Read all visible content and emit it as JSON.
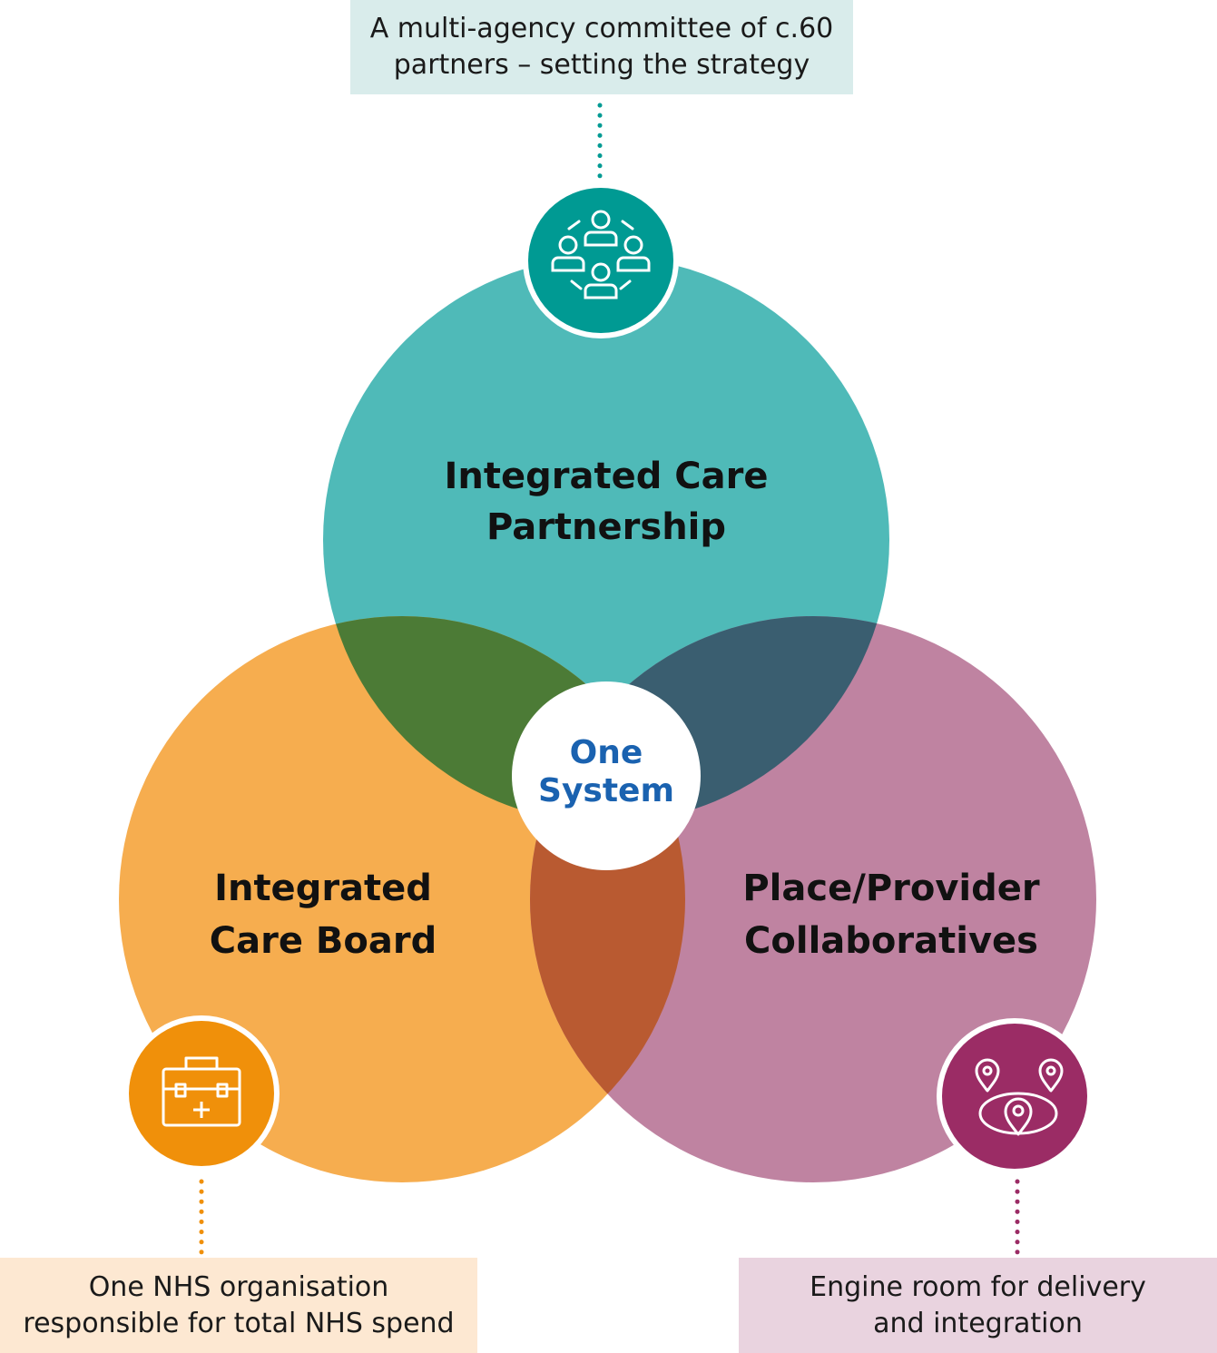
{
  "center": {
    "line1": "One",
    "line2": "System"
  },
  "circles": {
    "partnership": {
      "line1": "Integrated Care",
      "line2": "Partnership",
      "icon": "people-group-icon"
    },
    "board": {
      "line1": "Integrated",
      "line2": "Care Board",
      "icon": "medical-case-icon"
    },
    "collaboratives": {
      "line1": "Place/Provider",
      "line2": "Collaboratives",
      "icon": "map-pins-icon"
    }
  },
  "captions": {
    "top": {
      "line1": "A multi-agency committee of c.60",
      "line2": "partners – setting the strategy"
    },
    "left": {
      "line1": "One NHS organisation",
      "line2": "responsible for total NHS spend"
    },
    "right": {
      "line1": "Engine room for delivery",
      "line2": "and integration"
    }
  },
  "colors": {
    "teal": "#4FBAB8",
    "teal_dark": "#009A93",
    "orange": "#F6AD4F",
    "orange_dark": "#F0900A",
    "mauve": "#BF83A1",
    "plum": "#9B2C65",
    "overlap_green": "#4C7B36",
    "overlap_navy": "#3A5E70",
    "overlap_rust": "#B95A31",
    "center_text": "#1A62B0",
    "caption_top_bg": "#D9ECEB",
    "caption_left_bg": "#FDE8D2",
    "caption_right_bg": "#E9D3DF"
  }
}
